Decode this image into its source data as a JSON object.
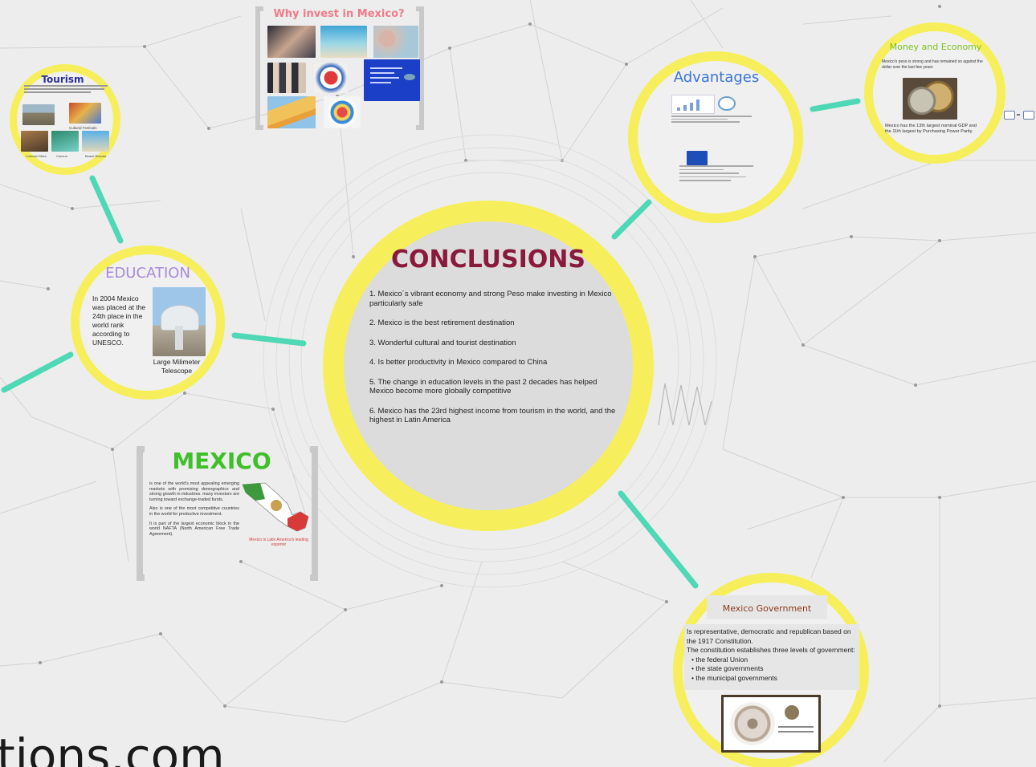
{
  "conclusions": {
    "title": "CONCLUSIONS",
    "items": [
      "1. Mexico´s vibrant economy and strong Peso make investing in Mexico particularly safe",
      "2. Mexico is the best retirement destination",
      "3. Wonderful cultural and tourist destination",
      "4. Is better productivity in Mexico compared to China",
      "5. The change in education levels in the past 2 decades has helped Mexico become more globally competitive",
      "6. Mexico has the 23rd highest income from tourism in the world, and the highest in Latin America"
    ]
  },
  "why_invest": {
    "title": "Why invest in Mexico?"
  },
  "tourism": {
    "title": "Tourism",
    "captions": [
      "Cultural Festivals",
      "Colonial Cities",
      "Cancun",
      "Beach Resorts"
    ]
  },
  "education": {
    "title": "EDUCATION",
    "text": "In 2004 Mexico was placed at the 24th place in the world rank according to UNESCO.",
    "caption": "Large Milimeter Telescope"
  },
  "advantages": {
    "title": "Advantages"
  },
  "money": {
    "title": "Money and Economy",
    "text_top": "Mexico's peso is strong and has remained so against the dollar over the last few years",
    "text_bottom": "Mexico has the 13th largest nominal GDP and the 11th largest by Purchasing Power Parity."
  },
  "mexico": {
    "title": "MEXICO",
    "p1": "is one of the world's most appealing emerging markets with promising demographics and strong growth in industries. many investors are turning toward exchange-traded funds.",
    "p2": "Also is one of the most competitive countries in the world for productive investment.",
    "p3": "It is part of the largest economic block in the world NAFTA (North American Free Trade Agreement).",
    "map_caption": "Mexico is Latin America's leading exporter"
  },
  "government": {
    "title": "Mexico Government",
    "intro": "Is representative, democratic and republican based on the 1917 Constitution.",
    "levels": "The constitution establishes three levels of government:",
    "items": [
      "• the federal Union",
      "• the state governments",
      "• the municipal governments"
    ]
  },
  "watermark": {
    "text": "tions.com"
  },
  "colors": {
    "ring": "#f6ef5b",
    "connector": "#4fd8b5",
    "conclusions_title": "#8a1a3c",
    "mexico_title": "#3fbf2a",
    "why_title": "#f07a8a",
    "tourism_title": "#2a2f9a",
    "education_title": "#a78ad8",
    "advantages_title": "#3a74d8",
    "money_title": "#7ac21e",
    "government_title": "#8a3a1a"
  },
  "icons": [
    "ellipsis-icon",
    "mexico-map-icon",
    "telescope-icon",
    "coins-icon",
    "coat-of-arms-icon"
  ]
}
